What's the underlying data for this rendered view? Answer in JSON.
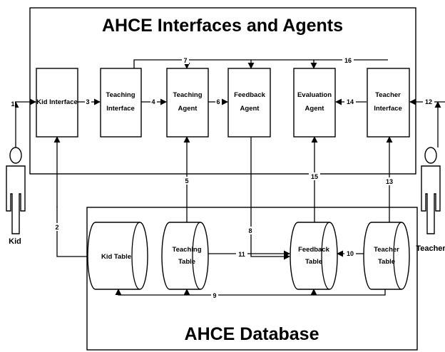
{
  "titles": {
    "top": "AHCE Interfaces and Agents",
    "bottom": "AHCE Database"
  },
  "boxes": {
    "kid_interface": [
      "Kid Interface"
    ],
    "teaching_interface": [
      "Teaching",
      "Interface"
    ],
    "teaching_agent": [
      "Teaching",
      "Agent"
    ],
    "feedback_agent": [
      "Feedback",
      "Agent"
    ],
    "evaluation_agent": [
      "Evaluation",
      "Agent"
    ],
    "teacher_interface": [
      "Teacher",
      "Interface"
    ]
  },
  "tables": {
    "kid_table": [
      "Kid Table"
    ],
    "teaching_table": [
      "Teaching",
      "Table"
    ],
    "feedback_table": [
      "Feedback",
      "Table"
    ],
    "teacher_table": [
      "Teacher",
      "Table"
    ]
  },
  "actors": {
    "kid": "Kid",
    "teacher": "Teacher"
  },
  "flows": {
    "f1": "1",
    "f2": "2",
    "f3": "3",
    "f4": "4",
    "f5": "5",
    "f6": "6",
    "f7": "7",
    "f8": "8",
    "f9": "9",
    "f10": "10",
    "f11": "11",
    "f12": "12",
    "f13": "13",
    "f14": "14",
    "f15": "15",
    "f16": "16"
  }
}
